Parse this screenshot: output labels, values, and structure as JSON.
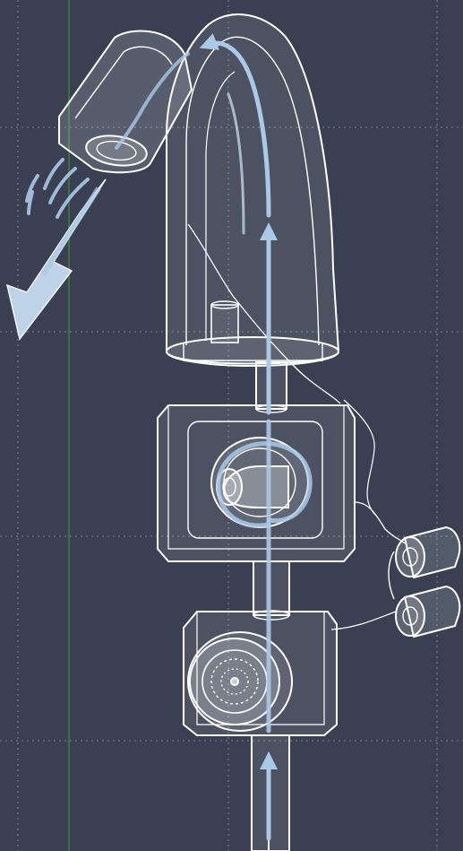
{
  "diagram": {
    "colors": {
      "background": "#3a4052",
      "grid": "#b9bfca",
      "guide_line": "#3f8f3a",
      "outline": "#ffffff",
      "body_fill": "#f4f6f8",
      "flow_arrow": "#a9c9e6",
      "flow_arrow_light": "#d4e5f4",
      "sensor_waves": "#a9c9e6"
    },
    "icons": [
      "faucet-spout",
      "solenoid-valve-block",
      "filter-strainer-block",
      "battery-pack",
      "water-flow-arrow",
      "sensor-wave"
    ]
  }
}
